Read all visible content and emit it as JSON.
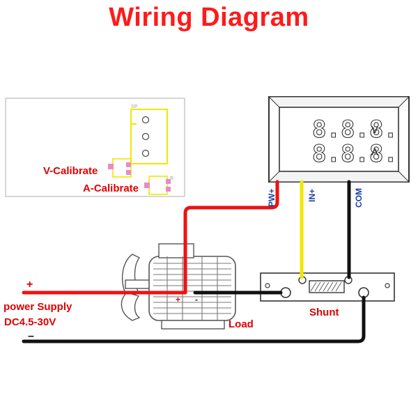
{
  "title": "Wiring Diagram",
  "meter": {
    "digits_top": "8.8.8.",
    "digits_bottom": "8.8.8.",
    "unit_voltage": "V",
    "unit_current": "A"
  },
  "board": {
    "v_calibrate": "V-Calibrate",
    "a_calibrate": "A-Calibrate",
    "sp_mark": "SP",
    "small_mark": "R"
  },
  "wires": {
    "pw_plus": "PW+",
    "in_plus": "IN+",
    "com": "COM"
  },
  "power": {
    "plus": "+",
    "label": "power Supply",
    "range": "DC4.5-30V",
    "minus": "–"
  },
  "load": {
    "label": "Load",
    "plus": "+",
    "minus": "-"
  },
  "shunt": {
    "label": "Shunt"
  },
  "colors": {
    "title": "#ff1a1a",
    "red_wire": "#ee1111",
    "yellow_wire": "#f2e600",
    "black_wire": "#111111",
    "wire_label": "#1a3fa0",
    "label_red": "#e00000"
  }
}
